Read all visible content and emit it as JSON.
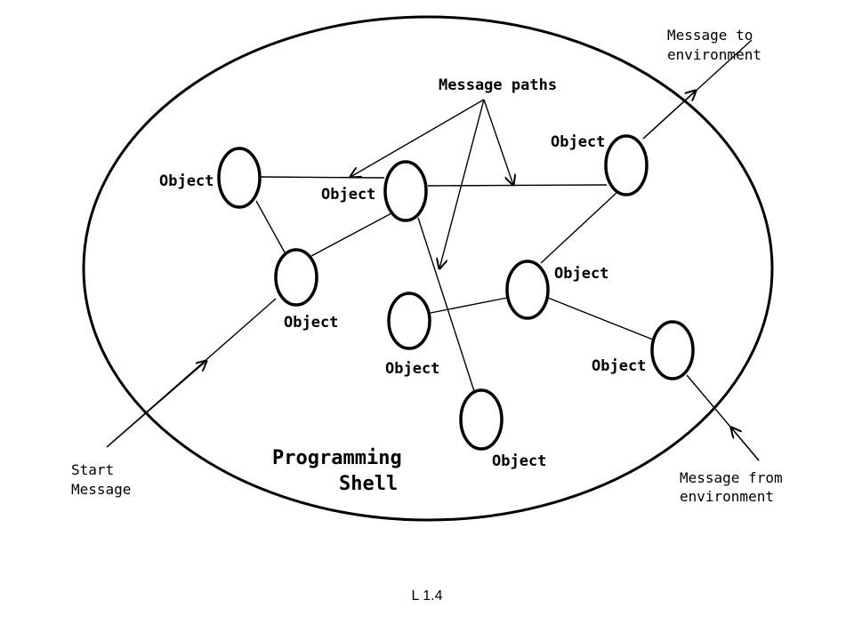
{
  "labels": {
    "object": "Object",
    "message_paths": "Message paths",
    "message_to_env": [
      "Message to",
      "environment"
    ],
    "message_from_env": [
      "Message from",
      "environment"
    ],
    "start_message": [
      "Start",
      "Message"
    ],
    "shell_title": [
      "Programming",
      "Shell"
    ]
  },
  "footer": "L 1.4"
}
